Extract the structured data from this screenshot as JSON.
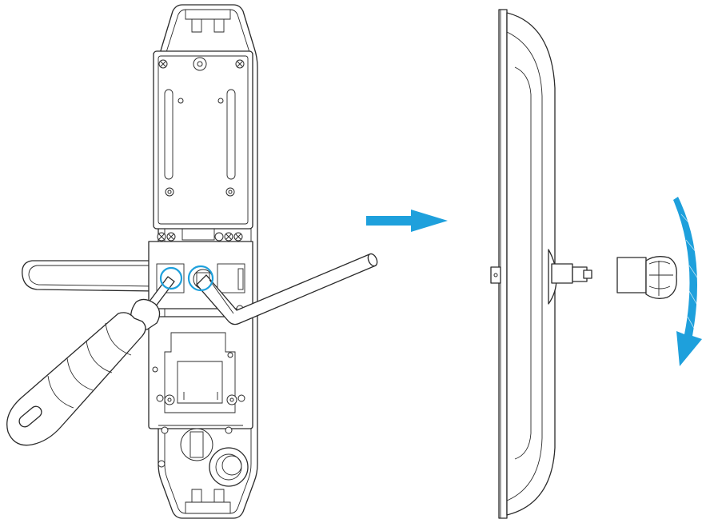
{
  "figure": {
    "panels": [
      {
        "id": "lock-rear-view",
        "tools": [
          "screwdriver",
          "hex-key"
        ],
        "highlighted_screws": 2
      },
      {
        "id": "lock-side-view",
        "parts": [
          "spindle",
          "handle-knob"
        ]
      }
    ],
    "colors": {
      "line": "#2a2a2a",
      "highlight": "#1ea0dc",
      "arrow": "#1ea0dc",
      "background": "#ffffff"
    },
    "icons": [
      "right-arrow-icon",
      "rotate-arrow-icon",
      "screwdriver-icon",
      "hex-key-icon"
    ]
  }
}
